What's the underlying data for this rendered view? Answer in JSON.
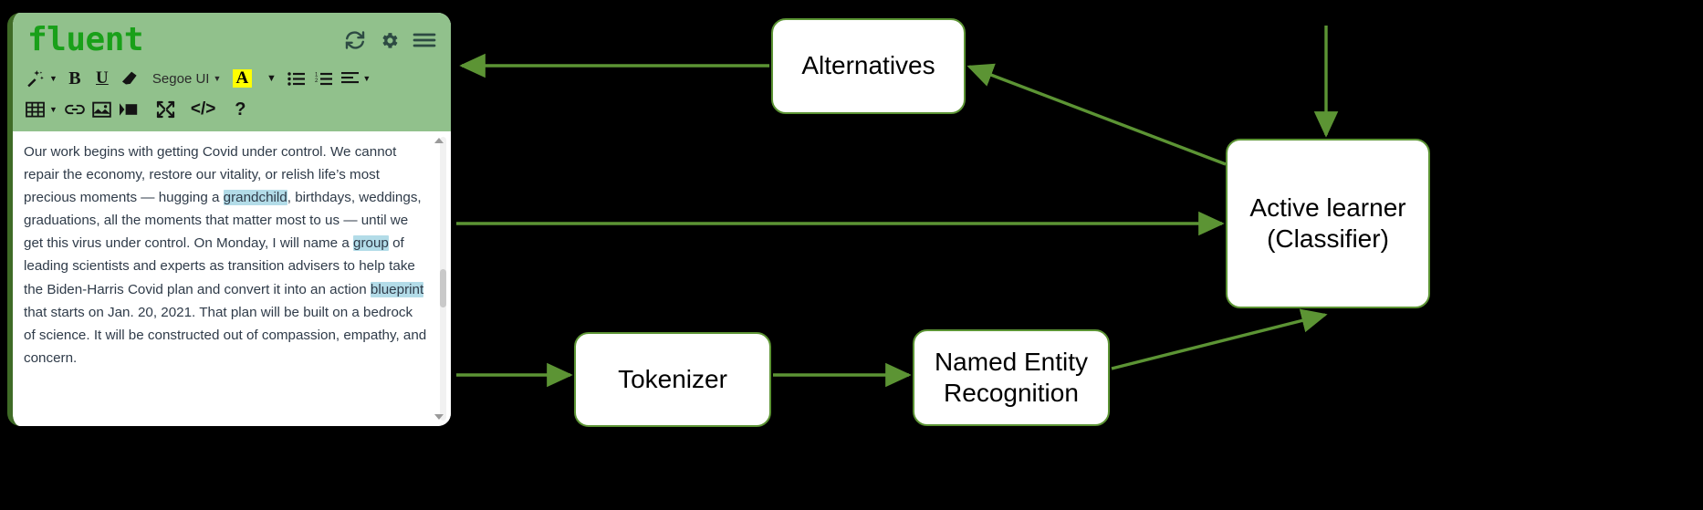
{
  "theme": {
    "background": "#000000",
    "accent_green": "#5c9434",
    "header_green": "#91c18c",
    "brand_green": "#19a019",
    "entity_highlight": "#b3dce8",
    "highlight_yellow": "#ffff00",
    "box_fill": "#ffffff"
  },
  "editor": {
    "brand": "fluent",
    "header_icons": [
      {
        "name": "refresh-icon",
        "glyph": "refresh"
      },
      {
        "name": "gear-icon",
        "glyph": "gear"
      },
      {
        "name": "hamburger-menu-icon",
        "glyph": "menu"
      }
    ],
    "toolbar_row_1": [
      {
        "name": "magic-wand-icon",
        "label": ""
      },
      {
        "name": "bold-button",
        "label": "B"
      },
      {
        "name": "underline-button",
        "label": "U"
      },
      {
        "name": "eraser-icon",
        "label": ""
      },
      {
        "name": "font-family-select",
        "label": "Segoe UI"
      },
      {
        "name": "text-highlight-color-button",
        "label": "A"
      },
      {
        "name": "bulleted-list-button",
        "label": ""
      },
      {
        "name": "numbered-list-button",
        "label": ""
      },
      {
        "name": "align-button",
        "label": ""
      }
    ],
    "toolbar_row_2": [
      {
        "name": "table-button",
        "label": ""
      },
      {
        "name": "link-button",
        "label": ""
      },
      {
        "name": "image-button",
        "label": ""
      },
      {
        "name": "video-button",
        "label": ""
      },
      {
        "name": "fullscreen-button",
        "label": ""
      },
      {
        "name": "source-code-button",
        "label": "</>"
      },
      {
        "name": "help-button",
        "label": "?"
      }
    ],
    "font_name": "Segoe UI",
    "document_segments": [
      {
        "text": "Our work begins with getting Covid under control. We cannot repair the economy, restore our vitality, or relish life’s most precious moments — hugging a ",
        "entity": false
      },
      {
        "text": "grandchild",
        "entity": true
      },
      {
        "text": ", birthdays, weddings, graduations, all the moments that matter most to us — until we get this virus under control. On Monday, I will name a ",
        "entity": false
      },
      {
        "text": "group",
        "entity": true
      },
      {
        "text": " of leading scientists and experts as transition advisers to help take the Biden-Harris Covid plan and convert it into an action ",
        "entity": false
      },
      {
        "text": "blueprint",
        "entity": true
      },
      {
        "text": " that starts on Jan. 20, 2021. That plan will be built on a bedrock of science. It will be constructed out of compassion, empathy, and concern.",
        "entity": false
      }
    ]
  },
  "diagram": {
    "nodes": [
      {
        "id": "alternatives",
        "label": "Alternatives"
      },
      {
        "id": "active_learner",
        "label": "Active learner\n(Classifier)"
      },
      {
        "id": "tokenizer",
        "label": "Tokenizer"
      },
      {
        "id": "ner",
        "label": "Named Entity\nRecognition"
      }
    ],
    "edges": [
      {
        "from": "alternatives",
        "to": "editor",
        "direction": "left"
      },
      {
        "from": "active_learner",
        "to": "alternatives",
        "direction": "left"
      },
      {
        "from": "editor",
        "to": "active_learner",
        "direction": "right"
      },
      {
        "from": "editor",
        "to": "tokenizer",
        "direction": "right"
      },
      {
        "from": "tokenizer",
        "to": "ner",
        "direction": "right"
      },
      {
        "from": "ner",
        "to": "active_learner",
        "direction": "up-right"
      },
      {
        "from": "external",
        "to": "active_learner",
        "direction": "down"
      }
    ]
  }
}
